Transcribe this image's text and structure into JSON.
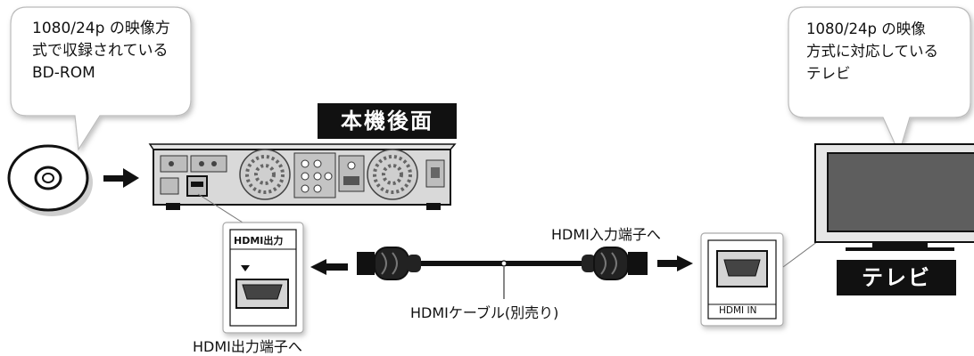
{
  "disc_bubble": {
    "lines": [
      "1080/24p の映像方",
      "式で収録されている",
      "BD-ROM"
    ]
  },
  "tv_bubble": {
    "lines": [
      "1080/24p の映像",
      "方式に対応している",
      "テレビ"
    ]
  },
  "player_tag": "本機後面",
  "tv_tag": "テレビ",
  "hdmi_out_port_label": "HDMI出力",
  "hdmi_in_port_label": "HDMI IN",
  "hdmi_in_caption": "HDMI入力端子へ",
  "cable_caption": "HDMIケーブル(別売り)",
  "hdmi_out_caption": "HDMI出力端子へ",
  "colors": {
    "tag_bg": "#111111",
    "device_fill": "#d9d9d9",
    "screen": "#5e5e5e",
    "outline": "#111111"
  }
}
